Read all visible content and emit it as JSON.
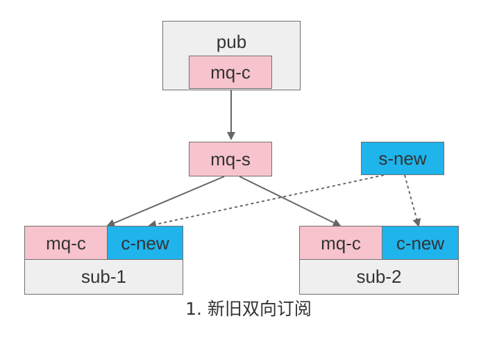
{
  "nodes": {
    "pub": "pub",
    "pub_client": "mq-c",
    "mq_server": "mq-s",
    "new_server": "s-new",
    "sub1_old_client": "mq-c",
    "sub1_new_client": "c-new",
    "sub1_label": "sub-1",
    "sub2_old_client": "mq-c",
    "sub2_new_client": "c-new",
    "sub2_label": "sub-2"
  },
  "caption": "1. 新旧双向订阅",
  "colors": {
    "old_component": "#f7c3cc",
    "new_component": "#1fb4ec",
    "container": "#efefef",
    "edge": "#666666"
  }
}
